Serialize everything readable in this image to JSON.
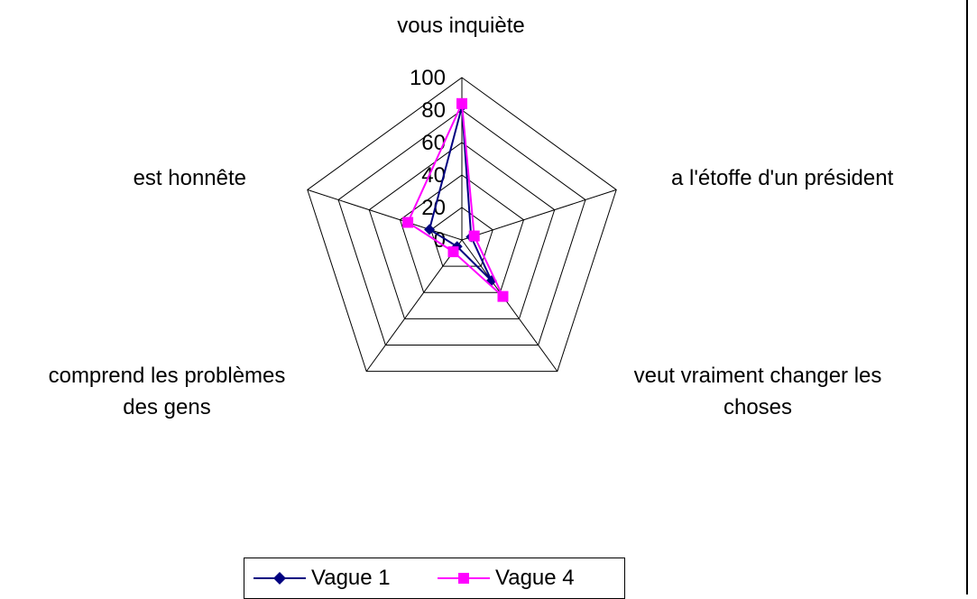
{
  "chart_data": {
    "type": "radar",
    "title": "",
    "categories": [
      "vous inquiète",
      "a l'étoffe d'un président",
      "veut vraiment changer les choses",
      "comprend les problèmes des gens",
      "est honnête"
    ],
    "category_lines": [
      [
        "vous inquiète"
      ],
      [
        "a l'étoffe d'un président"
      ],
      [
        "veut vraiment changer les",
        "choses"
      ],
      [
        "comprend les problèmes",
        "des gens"
      ],
      [
        "est honnête"
      ]
    ],
    "rlim": [
      0,
      100
    ],
    "ticks": [
      "0",
      "20",
      "40",
      "60",
      "80",
      "100"
    ],
    "tick_values": [
      0,
      20,
      40,
      60,
      80,
      100
    ],
    "series": [
      {
        "name": "Vague 1",
        "values": [
          82,
          6,
          31,
          5,
          21
        ],
        "color": "#000080",
        "marker": "diamond"
      },
      {
        "name": "Vague 4",
        "values": [
          84,
          8,
          43,
          9,
          35
        ],
        "color": "#ff00ff",
        "marker": "square"
      }
    ],
    "legend": {
      "position": "bottom"
    },
    "grid": true
  }
}
